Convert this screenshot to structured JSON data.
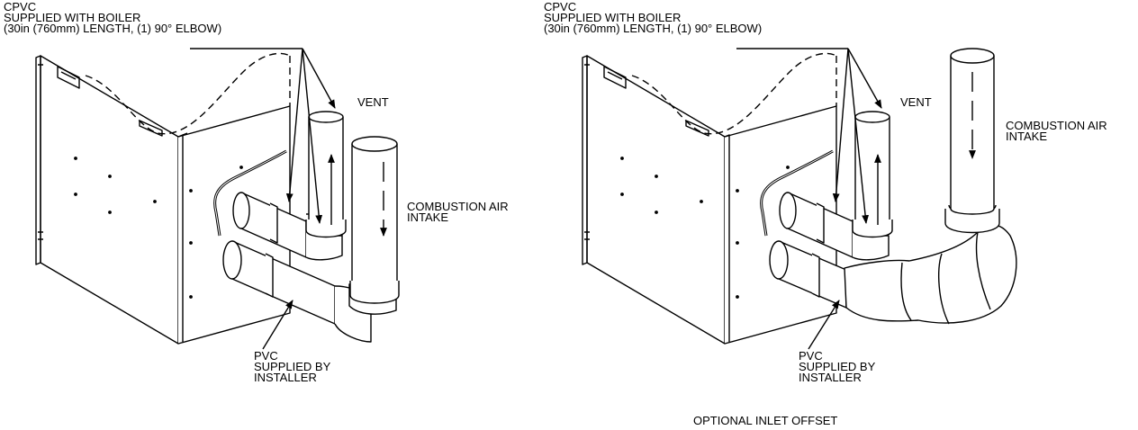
{
  "left_diagram": {
    "cpvc_label": [
      "CPVC",
      "SUPPLIED WITH BOILER",
      "(30in (760mm) LENGTH, (1) 90° ELBOW)"
    ],
    "vent_label": "VENT",
    "intake_label": [
      "COMBUSTION AIR",
      "INTAKE"
    ],
    "pvc_label": [
      "PVC",
      "SUPPLIED BY",
      "INSTALLER"
    ]
  },
  "right_diagram": {
    "cpvc_label": [
      "CPVC",
      "SUPPLIED WITH BOILER",
      "(30in (760mm) LENGTH, (1) 90° ELBOW)"
    ],
    "vent_label": "VENT",
    "intake_label": [
      "COMBUSTION AIR",
      "INTAKE"
    ],
    "pvc_label": [
      "PVC",
      "SUPPLIED BY",
      "INSTALLER"
    ],
    "caption": "OPTIONAL INLET OFFSET"
  },
  "colors": {
    "line": "#000000",
    "background": "#ffffff"
  }
}
